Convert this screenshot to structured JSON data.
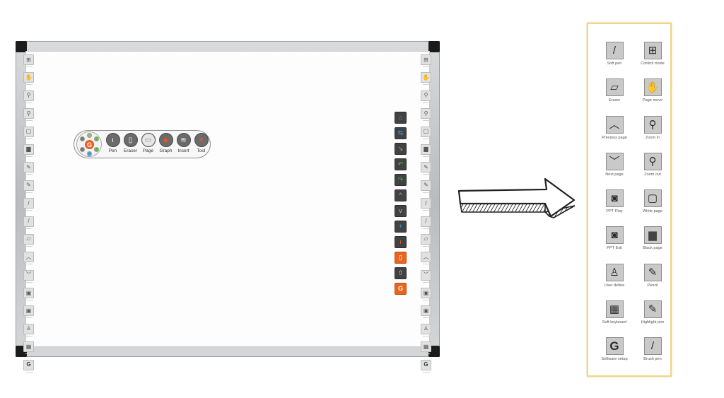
{
  "whiteboard": {
    "side_toolbar_items": [
      {
        "name": "control-mode",
        "glyph": "⊞"
      },
      {
        "name": "page-move",
        "glyph": "✋"
      },
      {
        "name": "zoom-in",
        "glyph": "⚲"
      },
      {
        "name": "zoom-out",
        "glyph": "⚲"
      },
      {
        "name": "white-page",
        "glyph": "▢"
      },
      {
        "name": "black-page",
        "glyph": "▆"
      },
      {
        "name": "pencil",
        "glyph": "✎"
      },
      {
        "name": "highlight-pen",
        "glyph": "✎"
      },
      {
        "name": "brush-pen",
        "glyph": "/"
      },
      {
        "name": "soft-pen",
        "glyph": "/"
      },
      {
        "name": "eraser",
        "glyph": "▱"
      },
      {
        "name": "previous-page",
        "glyph": "︿"
      },
      {
        "name": "next-page",
        "glyph": "﹀"
      },
      {
        "name": "ppt-play",
        "glyph": "▣"
      },
      {
        "name": "ppt-exit",
        "glyph": "▣"
      },
      {
        "name": "user-define",
        "glyph": "♙"
      },
      {
        "name": "soft-keyboard",
        "glyph": "▦"
      },
      {
        "name": "software-setup",
        "glyph": "G"
      }
    ],
    "floating_toolbar": {
      "wheel_center": "G",
      "tools": [
        {
          "label": "Pen",
          "glyph": "ı",
          "color": "#6b6b6b"
        },
        {
          "label": "Eraser",
          "glyph": "▯",
          "color": "#6b6b6b"
        },
        {
          "label": "Page",
          "glyph": "▭",
          "color": "#e6e6e6"
        },
        {
          "label": "Graph",
          "glyph": "◆",
          "color": "#6b6b6b"
        },
        {
          "label": "Insert",
          "glyph": "≋",
          "color": "#6b6b6b"
        },
        {
          "label": "Tool",
          "glyph": "✕",
          "color": "#6b6b6b"
        }
      ]
    },
    "dark_strip": [
      {
        "name": "home",
        "glyph": "⌂",
        "color": "#3aa0e8"
      },
      {
        "name": "switch",
        "glyph": "⇆",
        "color": "#3aa0e8"
      },
      {
        "name": "select",
        "glyph": "↘",
        "color": "#e8a040"
      },
      {
        "name": "undo",
        "glyph": "↶",
        "color": "#52c23a"
      },
      {
        "name": "redo",
        "glyph": "↷",
        "color": "#52c23a"
      },
      {
        "name": "page-up",
        "glyph": "^",
        "color": "#bbbbbb"
      },
      {
        "name": "page-down",
        "glyph": "v",
        "color": "#bbbbbb"
      },
      {
        "name": "add",
        "glyph": "+",
        "color": "#3aa0e8"
      },
      {
        "name": "pen",
        "glyph": "ı",
        "color": "#e8641f"
      },
      {
        "name": "eraser",
        "glyph": "▯",
        "color": "#ffffff",
        "orange": true
      },
      {
        "name": "upload",
        "glyph": "⇧",
        "color": "#dddddd"
      },
      {
        "name": "logo",
        "glyph": "G",
        "color": "#ffffff",
        "orange": true
      }
    ]
  },
  "legend": {
    "items": [
      {
        "label": "Soft pen",
        "glyph": "/"
      },
      {
        "label": "Control mode",
        "glyph": "⊞"
      },
      {
        "label": "Eraser",
        "glyph": "▱"
      },
      {
        "label": "Page move",
        "glyph": "✋"
      },
      {
        "label": "Previous page",
        "glyph": "︿"
      },
      {
        "label": "Zoom in",
        "glyph": "⚲"
      },
      {
        "label": "Next page",
        "glyph": "﹀"
      },
      {
        "label": "Zoom out",
        "glyph": "⚲"
      },
      {
        "label": "PPT Play",
        "glyph": "◙"
      },
      {
        "label": "White page",
        "glyph": "▢"
      },
      {
        "label": "PPT Exit",
        "glyph": "◙"
      },
      {
        "label": "Black page",
        "glyph": "▆"
      },
      {
        "label": "User define",
        "glyph": "♙"
      },
      {
        "label": "Pencil",
        "glyph": "✎"
      },
      {
        "label": "Soft keyboard",
        "glyph": "▦"
      },
      {
        "label": "Highlight pen",
        "glyph": "✎"
      },
      {
        "label": "Software setup",
        "glyph": "G"
      },
      {
        "label": "Brush pen",
        "glyph": "/"
      }
    ]
  }
}
